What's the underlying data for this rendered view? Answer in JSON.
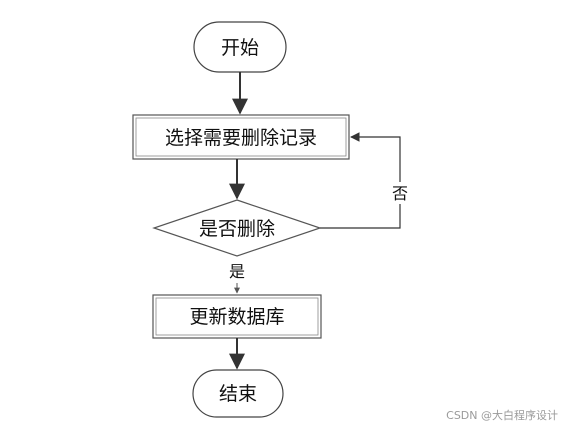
{
  "nodes": {
    "start": "开始",
    "select": "选择需要删除记录",
    "decision": "是否删除",
    "update": "更新数据库",
    "end": "结束"
  },
  "edges": {
    "no_label": "否",
    "yes_label": "是"
  },
  "watermark": "CSDN @大白程序设计"
}
